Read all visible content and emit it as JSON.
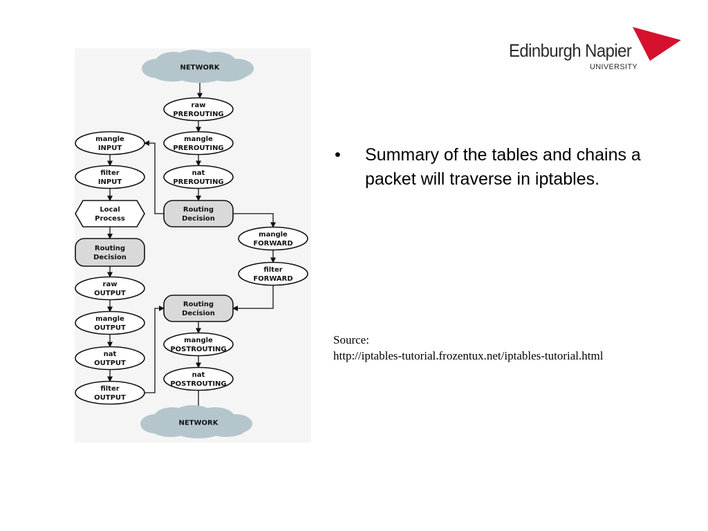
{
  "logo": {
    "name": "Edinburgh Napier",
    "subtitle": "UNIVERSITY",
    "mark_color": "#d4122e"
  },
  "diagram": {
    "nodes": [
      {
        "id": "network-top",
        "lines": [
          "NETWORK"
        ]
      },
      {
        "id": "raw-prerouting",
        "lines": [
          "raw",
          "PREROUTING"
        ]
      },
      {
        "id": "mangle-prerouting",
        "lines": [
          "mangle",
          "PREROUTING"
        ]
      },
      {
        "id": "nat-prerouting",
        "lines": [
          "nat",
          "PREROUTING"
        ]
      },
      {
        "id": "routing-decision-1",
        "lines": [
          "Routing",
          "Decision"
        ]
      },
      {
        "id": "mangle-input",
        "lines": [
          "mangle",
          "INPUT"
        ]
      },
      {
        "id": "filter-input",
        "lines": [
          "filter",
          "INPUT"
        ]
      },
      {
        "id": "local-process",
        "lines": [
          "Local",
          "Process"
        ]
      },
      {
        "id": "routing-decision-2",
        "lines": [
          "Routing",
          "Decision"
        ]
      },
      {
        "id": "raw-output",
        "lines": [
          "raw",
          "OUTPUT"
        ]
      },
      {
        "id": "mangle-output",
        "lines": [
          "mangle",
          "OUTPUT"
        ]
      },
      {
        "id": "nat-output",
        "lines": [
          "nat",
          "OUTPUT"
        ]
      },
      {
        "id": "filter-output",
        "lines": [
          "filter",
          "OUTPUT"
        ]
      },
      {
        "id": "mangle-forward",
        "lines": [
          "mangle",
          "FORWARD"
        ]
      },
      {
        "id": "filter-forward",
        "lines": [
          "filter",
          "FORWARD"
        ]
      },
      {
        "id": "routing-decision-3",
        "lines": [
          "Routing",
          "Decision"
        ]
      },
      {
        "id": "mangle-postrouting",
        "lines": [
          "mangle",
          "POSTROUTING"
        ]
      },
      {
        "id": "nat-postrouting",
        "lines": [
          "nat",
          "POSTROUTING"
        ]
      },
      {
        "id": "network-bottom",
        "lines": [
          "NETWORK"
        ]
      }
    ]
  },
  "bullet": {
    "marker": "•",
    "text": "Summary of the tables and chains a packet will traverse in iptables."
  },
  "source": {
    "label": "Source:",
    "url": "http://iptables-tutorial.frozentux.net/iptables-tutorial.html"
  }
}
